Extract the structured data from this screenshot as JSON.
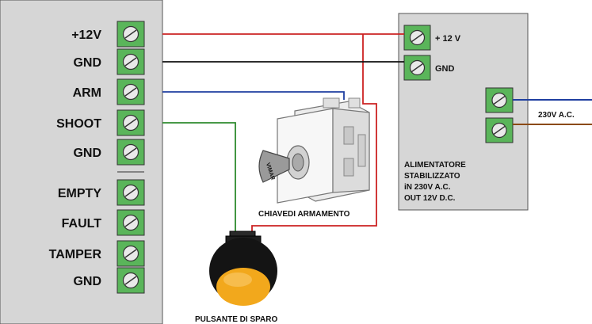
{
  "controller": {
    "terminals": [
      {
        "label": "+12V"
      },
      {
        "label": "GND"
      },
      {
        "label": "ARM"
      },
      {
        "label": "SHOOT"
      },
      {
        "label": "GND"
      },
      {
        "label": "EMPTY"
      },
      {
        "label": "FAULT"
      },
      {
        "label": "TAMPER"
      },
      {
        "label": "GND"
      }
    ]
  },
  "power_supply": {
    "terminal_pos": "+ 12 V",
    "terminal_gnd": "GND",
    "description_lines": [
      "ALIMENTATORE",
      "STABILIZZATO",
      "iN 230V A.C.",
      "OUT 12V D.C."
    ]
  },
  "mains_label": "230V A.C.",
  "key_switch_label": "CHIAVEDI ARMAMENTO",
  "push_button_label": "PULSANTE DI SPARO",
  "key_engraving": "VIMAR",
  "wire_colors": {
    "positive": "#cc2222",
    "ground": "#111111",
    "arm": "#1f3fa0",
    "shoot": "#2e8b2e",
    "mains_blue": "#1f3fa0",
    "mains_brown": "#8b4a14"
  },
  "colors": {
    "panel": "#d6d6d6",
    "terminal": "#5ab55a",
    "button_cap": "#f2a81c"
  }
}
